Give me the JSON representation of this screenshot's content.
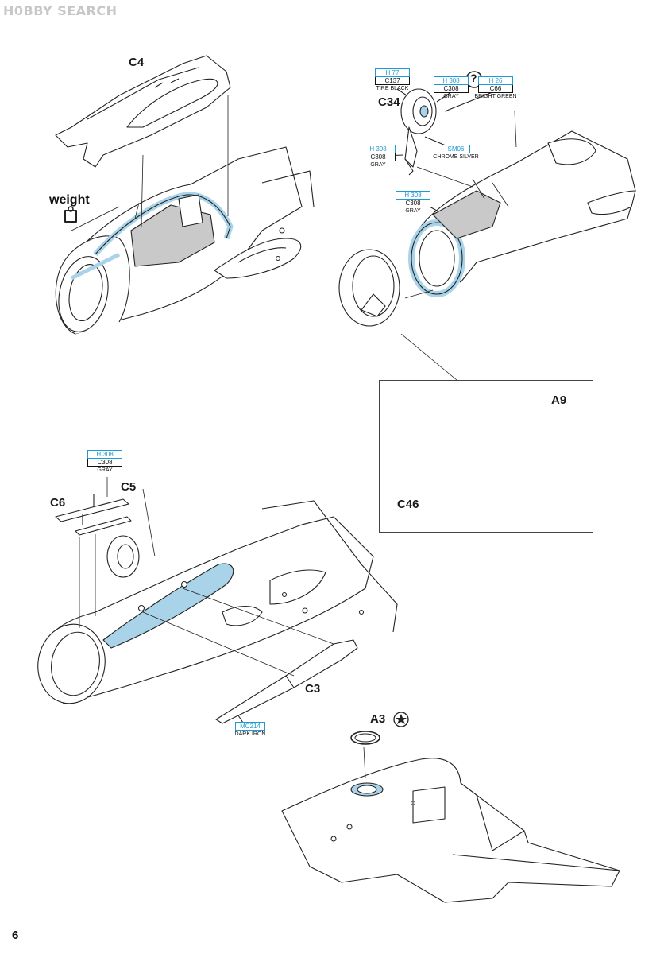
{
  "watermark": "H0BBY SEARCH",
  "page_number": "6",
  "labels": {
    "c4": "C4",
    "weight": "weight",
    "c34": "C34",
    "c46": "C46",
    "a9": "A9",
    "c5": "C5",
    "c6": "C6",
    "c3": "C3",
    "a3": "A3"
  },
  "colors": {
    "tire": {
      "h": "H 77",
      "c": "C137",
      "name": "TIRE BLACK"
    },
    "gray_wheel": {
      "h": "H 308",
      "c": "C308",
      "name": "GRAY"
    },
    "green": {
      "h": "H 26",
      "c": "C66",
      "name": "BRIGHT GREEN"
    },
    "gray_leg": {
      "h": "H 308",
      "c": "C308",
      "name": "GRAY"
    },
    "chrome": {
      "sm": "SM06",
      "name": "CHROME SILVER"
    },
    "gray_bay": {
      "h": "H 308",
      "c": "C308",
      "name": "GRAY"
    },
    "gray_cover": {
      "h": "H 308",
      "c": "C308",
      "name": "GRAY"
    },
    "dark_iron": {
      "mc": "MC214",
      "name": "DARK IRON"
    },
    "accent_blue": "#a9d3e8",
    "callout_cyan": "#1e9ad6"
  },
  "question_mark": "?"
}
